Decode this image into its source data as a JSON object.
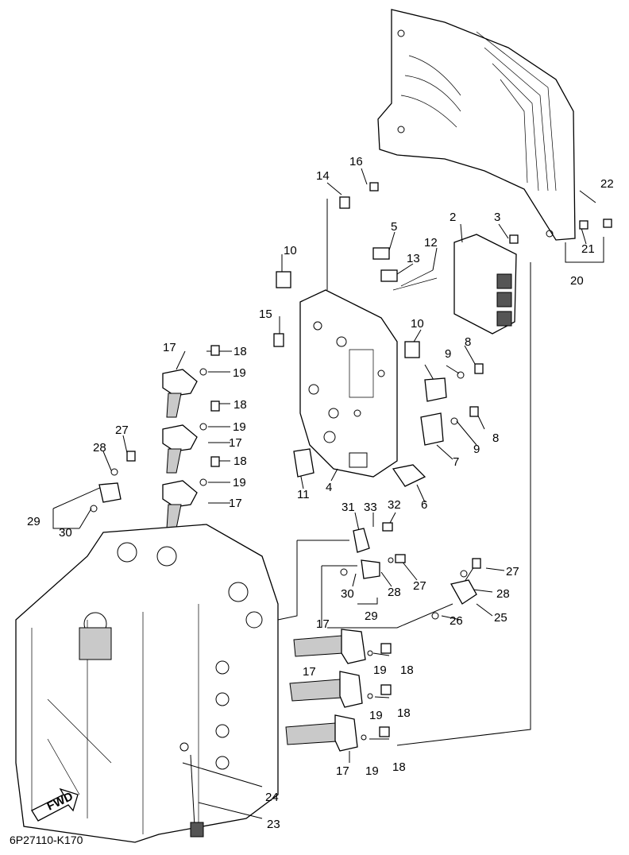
{
  "diagram": {
    "code": "6P27110-K170",
    "fwd_label": "FWD",
    "callouts": [
      "2",
      "3",
      "4",
      "5",
      "6",
      "7",
      "8",
      "9",
      "10",
      "11",
      "12",
      "13",
      "14",
      "15",
      "16",
      "17",
      "18",
      "19",
      "20",
      "21",
      "22",
      "23",
      "24",
      "25",
      "26",
      "27",
      "28",
      "29",
      "30",
      "31",
      "32",
      "33"
    ]
  }
}
